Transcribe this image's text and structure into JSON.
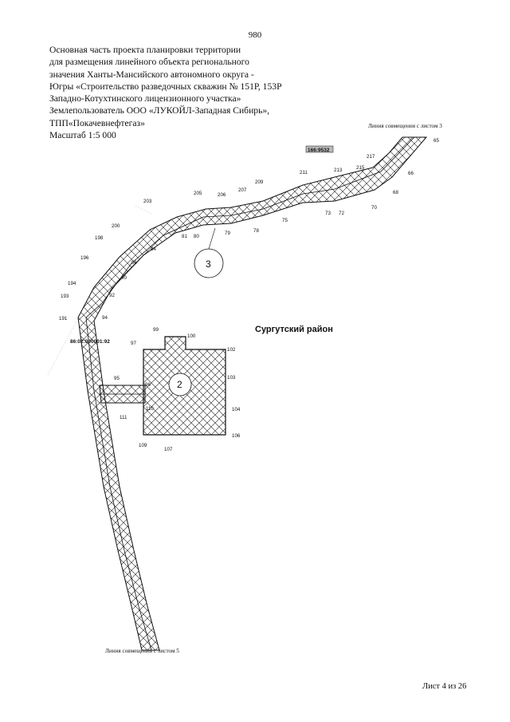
{
  "page_number": "980",
  "header": {
    "line1": "Основная часть проекта планировки территории",
    "line2": "для размещения линейного объекта регионального",
    "line3": "значения Ханты-Мансийского автономного округа -",
    "line4": "Югры «Строительство разведочных скважин № 151Р, 153Р",
    "line5": "Западно-Котухтинского лицензионного участка»",
    "line6": "Землепользователь ООО «ЛУКОЙЛ-Западная Сибирь»,",
    "line7": "ТПП«Покачевнефтегаз»",
    "line8": "Масштаб 1:5 000"
  },
  "map": {
    "match_line_top": "Линия совмещения с листом 3",
    "match_line_bottom": "Линия совмещения с листом 5",
    "district": "Сургутский район",
    "zone_3": "3",
    "zone_2": "2",
    "cadastral_top": "166:9532",
    "cadastral_left": "86:02:000001:92",
    "points": {
      "p65": "65",
      "p66": "66",
      "p68": "68",
      "p70": "70",
      "p72": "72",
      "p73": "73",
      "p75": "75",
      "p78": "78",
      "p79": "79",
      "p80": "80",
      "p81": "81",
      "p84": "84",
      "p86": "86",
      "p90": "90",
      "p92": "92",
      "p94": "94",
      "p95": "95",
      "p96": "96",
      "p97": "97",
      "p99": "99",
      "p100": "100",
      "p102": "102",
      "p103": "103",
      "p104": "104",
      "p106": "106",
      "p107": "107",
      "p109": "109",
      "p110": "110",
      "p111": "111",
      "p191": "191",
      "p193": "193",
      "p194": "194",
      "p196": "196",
      "p198": "198",
      "p200": "200",
      "p203": "203",
      "p205": "205",
      "p206": "206",
      "p207": "207",
      "p209": "209",
      "p211": "211",
      "p213": "213",
      "p215": "215",
      "p217": "217"
    }
  },
  "footer": {
    "sheet": "Лист 4 из 26"
  }
}
